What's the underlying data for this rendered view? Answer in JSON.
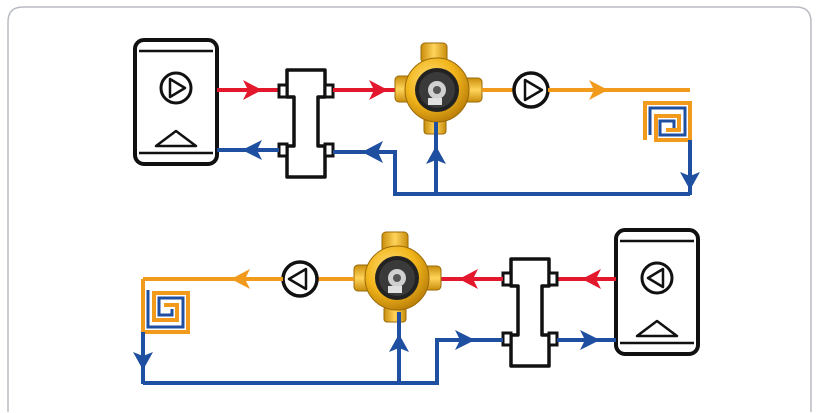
{
  "colors": {
    "hot": "#e3182d",
    "mixed": "#f29a1c",
    "cold": "#1f4fa0",
    "outline": "#111111",
    "frame": "#b8bcc2",
    "brass": "#f2b51b",
    "brass_dark": "#b67a08"
  },
  "icons": {
    "boiler": "heat-source-boiler-icon",
    "pump": "circulation-pump-icon",
    "separator": "hydraulic-separator-icon",
    "valve": "four-way-mixing-valve-icon",
    "floor_loop": "underfloor-heating-coil-icon"
  },
  "diagrams": [
    {
      "id": "top-circuit",
      "direction": "boiler-left-to-load-right",
      "components": [
        "boiler",
        "hydraulic-separator",
        "mixing-valve",
        "pump",
        "heating-coil"
      ]
    },
    {
      "id": "bottom-circuit",
      "direction": "boiler-right-to-load-left",
      "components": [
        "boiler",
        "hydraulic-separator",
        "mixing-valve",
        "pump",
        "heating-coil"
      ]
    }
  ]
}
